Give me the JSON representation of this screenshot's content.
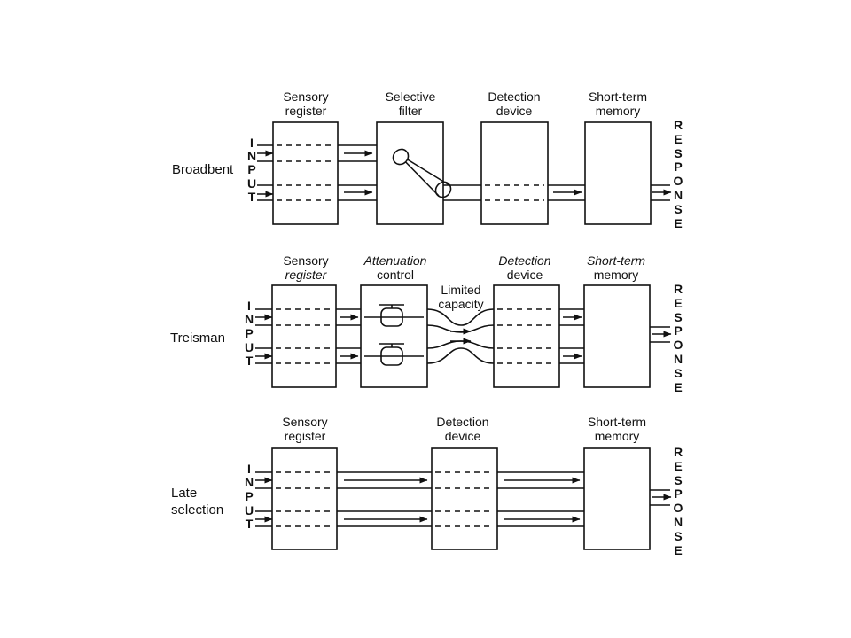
{
  "colors": {
    "ink": "#111111",
    "background": "#ffffff"
  },
  "input_letters": [
    "I",
    "N",
    "P",
    "U",
    "T"
  ],
  "response_letters": [
    "R",
    "E",
    "S",
    "P",
    "O",
    "N",
    "S",
    "E"
  ],
  "models": {
    "broadbent": {
      "name": "Broadbent",
      "sensory_register": [
        "Sensory",
        "register"
      ],
      "selective_filter": [
        "Selective",
        "filter"
      ],
      "detection_device": [
        "Detection",
        "device"
      ],
      "short_term_memory": [
        "Short-term",
        "memory"
      ]
    },
    "treisman": {
      "name": "Treisman",
      "sensory_register": [
        "Sensory",
        "register"
      ],
      "attenuation_control": [
        "Attenuation",
        "control"
      ],
      "limited_capacity": [
        "Limited",
        "capacity"
      ],
      "detection_device": [
        "Detection",
        "device"
      ],
      "short_term_memory": [
        "Short-term",
        "memory"
      ]
    },
    "late_selection": {
      "name": [
        "Late",
        "selection"
      ],
      "sensory_register": [
        "Sensory",
        "register"
      ],
      "detection_device": [
        "Detection",
        "device"
      ],
      "short_term_memory": [
        "Short-term",
        "memory"
      ]
    }
  }
}
